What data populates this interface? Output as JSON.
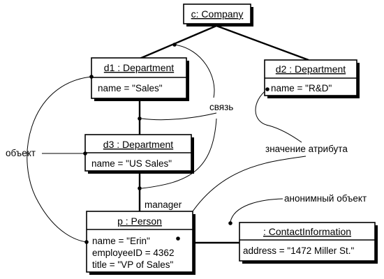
{
  "objects": {
    "company": {
      "title": "c: Company",
      "attributes": []
    },
    "d1": {
      "title": "d1 : Department",
      "attributes": [
        "name = \"Sales\""
      ]
    },
    "d2": {
      "title": "d2 : Department",
      "attributes": [
        "name = \"R&D\""
      ]
    },
    "d3": {
      "title": "d3 : Department",
      "attributes": [
        "name = \"US Sales\""
      ]
    },
    "person": {
      "title": "p : Person",
      "attributes": [
        "name = \"Erin\"",
        "employeeID = 4362",
        "title = \"VP of Sales\""
      ]
    },
    "contact": {
      "title": ": ContactInformation",
      "attributes": [
        "address = \"1472 Miller St.\""
      ]
    }
  },
  "role_label": "manager",
  "annotations": {
    "link": "связь",
    "object": "объект",
    "attribute_value": "значение атрибута",
    "anonymous_object": "анонимный объект"
  }
}
